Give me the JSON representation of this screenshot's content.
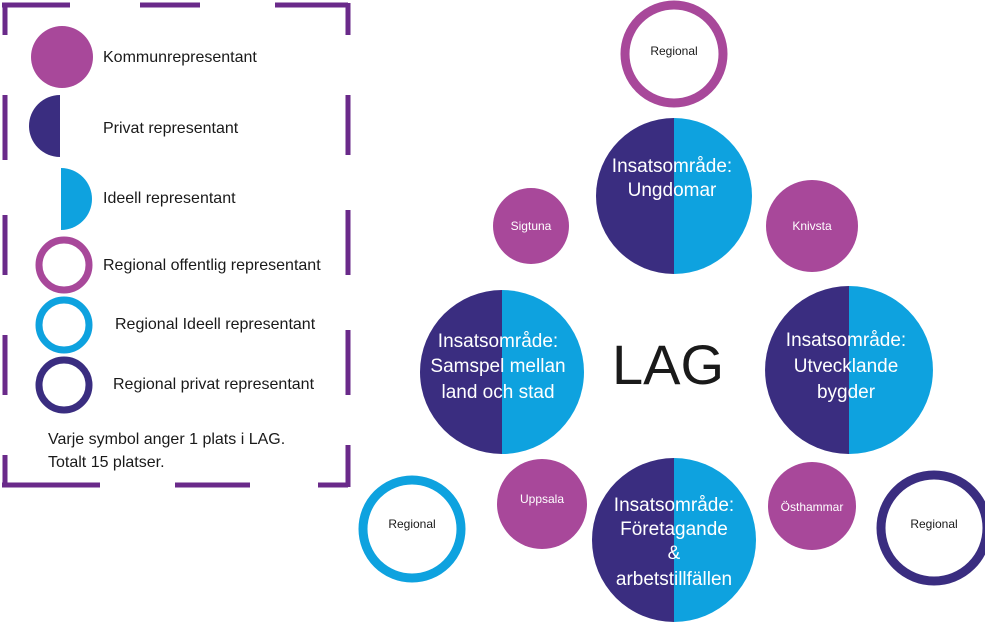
{
  "colors": {
    "kommun": "#a8489a",
    "privat": "#3a2d80",
    "ideell": "#0ea2df",
    "regional_offentlig": "#a8489a",
    "regional_ideell": "#0ea2df",
    "regional_privat": "#3a2d80",
    "frame": "#6a2a8a"
  },
  "legend": {
    "items": [
      {
        "label": "Kommunrepresentant",
        "symbol": "filled-circle-magenta"
      },
      {
        "label": "Privat representant",
        "symbol": "half-circle-left-dark"
      },
      {
        "label": "Ideell representant",
        "symbol": "half-circle-right-cyan"
      },
      {
        "label": "Regional offentlig representant",
        "symbol": "ring-magenta"
      },
      {
        "label": "Regional Ideell representant",
        "symbol": "ring-cyan"
      },
      {
        "label": "Regional privat representant",
        "symbol": "ring-dark"
      }
    ],
    "note_line1": "Varje symbol anger 1 plats i LAG.",
    "note_line2": "Totalt 15 platser."
  },
  "center_label": "LAG",
  "areas": {
    "top": [
      "Insatsområde:",
      "Ungdomar"
    ],
    "left": [
      "Insatsområde:",
      "Samspel mellan",
      "land och stad"
    ],
    "right": [
      "Insatsområde:",
      "Utvecklande",
      "bygder"
    ],
    "bottom": [
      "Insatsområde:",
      "Företagande",
      "&",
      "arbetstillfällen"
    ]
  },
  "municipalities": {
    "sigtuna": "Sigtuna",
    "knivsta": "Knivsta",
    "uppsala": "Uppsala",
    "osthammar": "Östhammar"
  },
  "regional": {
    "top": "Regional",
    "left": "Regional",
    "right": "Regional"
  }
}
